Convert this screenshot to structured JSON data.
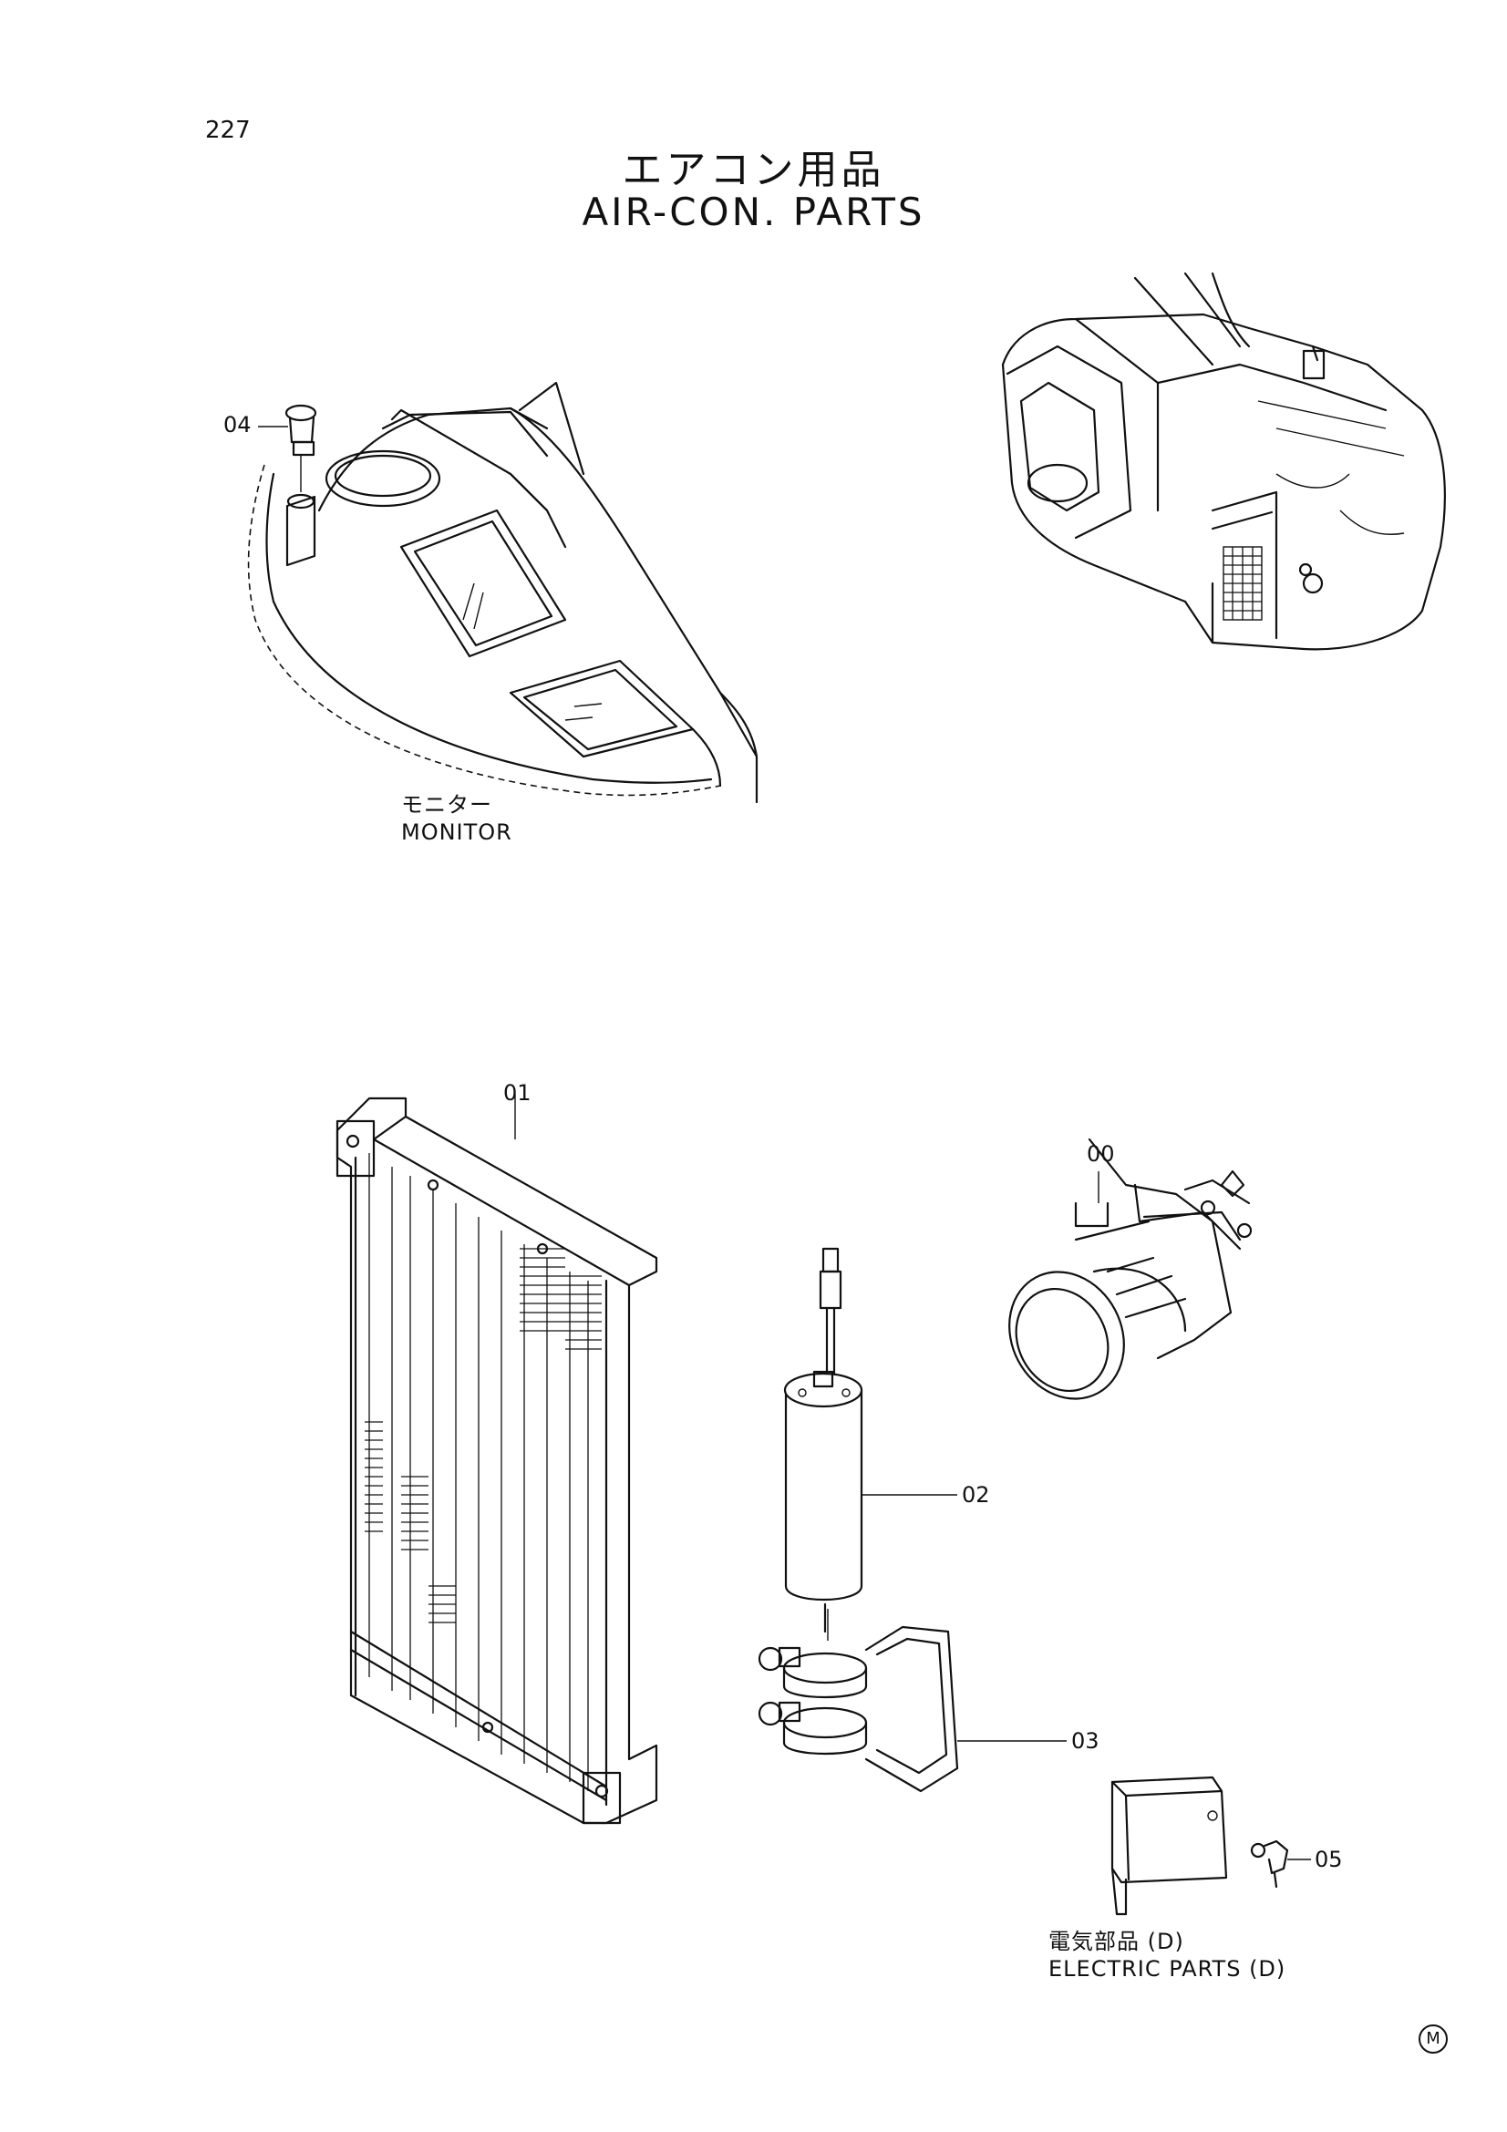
{
  "page": {
    "number": "227",
    "title_jp": "エアコン用品",
    "title_en": "AIR-CON. PARTS"
  },
  "callouts": [
    {
      "id": "04",
      "text": "04"
    },
    {
      "id": "01",
      "text": "01"
    },
    {
      "id": "00",
      "text": "00"
    },
    {
      "id": "02",
      "text": "02"
    },
    {
      "id": "03",
      "text": "03"
    },
    {
      "id": "05",
      "text": "05"
    }
  ],
  "captions": {
    "monitor_jp": "モニター",
    "monitor_en": "MONITOR",
    "electric_jp": "電気部品 (D)",
    "electric_en": "ELECTRIC PARTS (D)"
  },
  "mark": "M"
}
